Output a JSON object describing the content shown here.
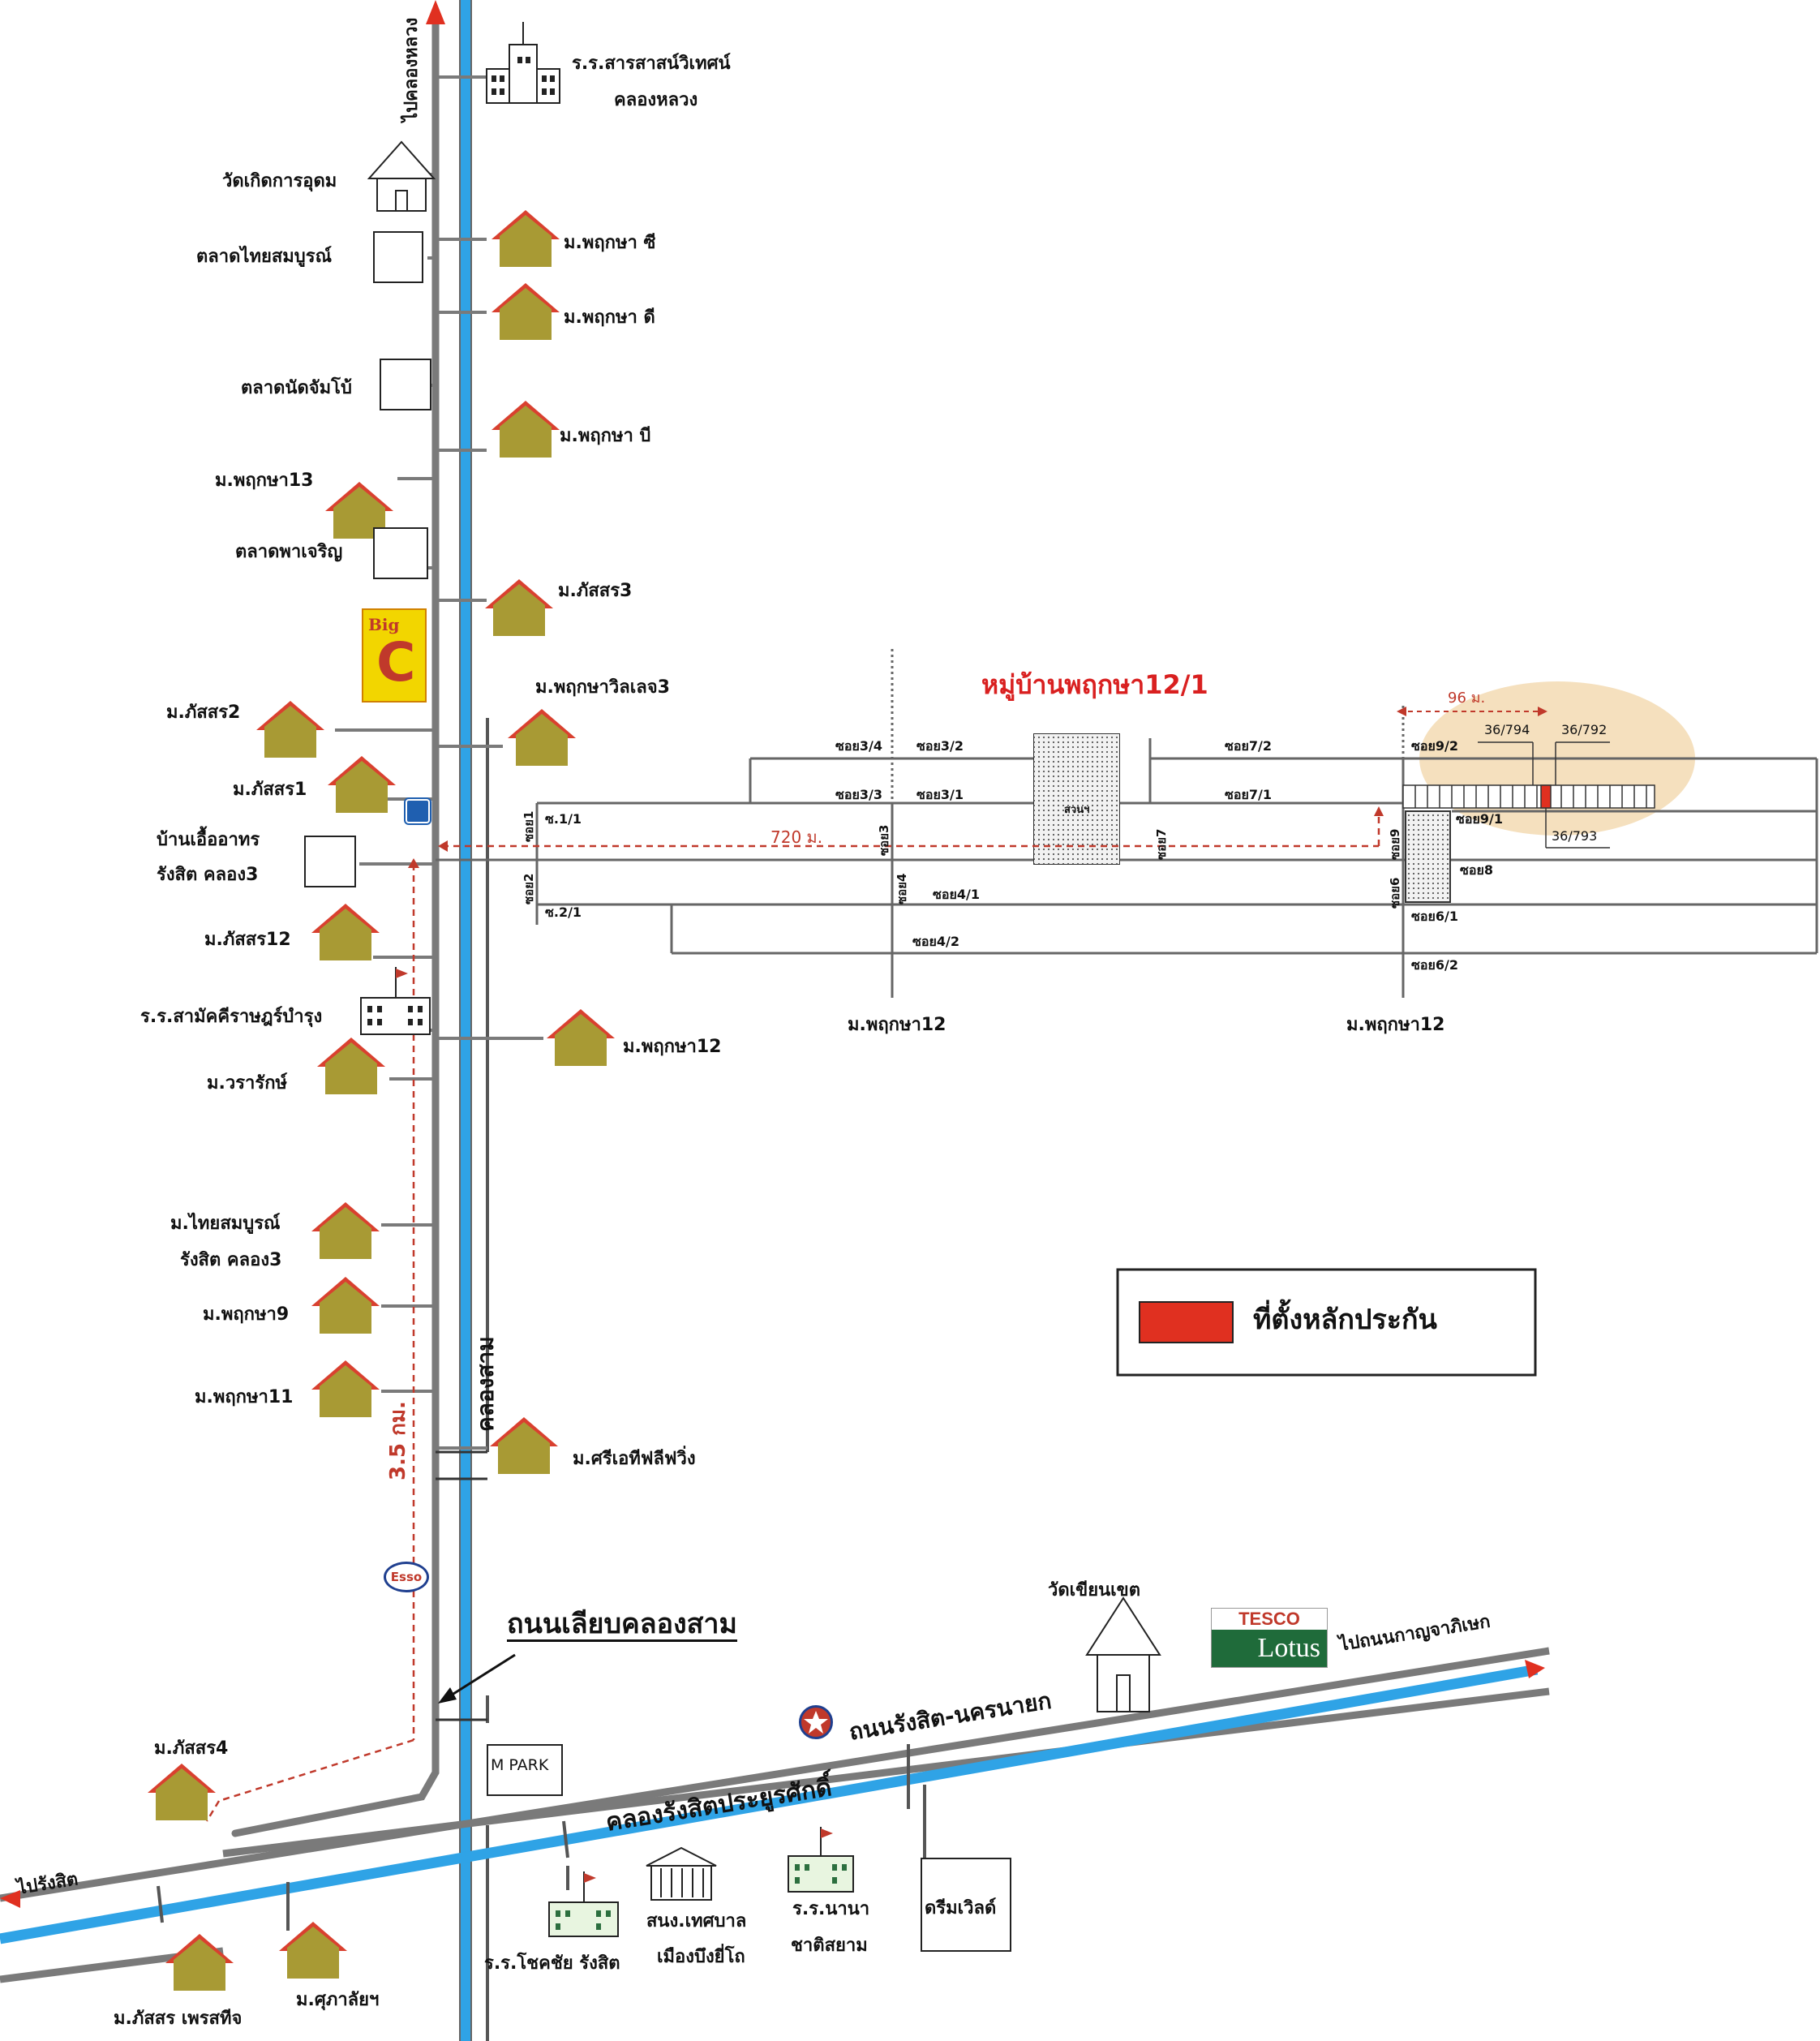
{
  "title": "หมู่บ้านพฤกษา12/1",
  "legend": {
    "label": "ที่ตั้งหลักประกัน",
    "swatch_color": "#e03020"
  },
  "colors": {
    "road": "#7a7a7a",
    "canal": "#2fa3e6",
    "route": "#c0392b",
    "house_roof": "#d9402f",
    "house_body": "#a89a34",
    "highlight": "#f2d6a8"
  },
  "roads": {
    "to_khlong_luang": "ไปคลองหลวง",
    "khlong_sam": "คลองสาม",
    "thanon_liap_khlong_sam": "ถนนเลียบคลองสาม",
    "rangsit_nakhon_nayok": "ถนนรังสิต-นครนายก",
    "khlong_rangsit": "คลองรังสิตประยูรศักดิ์",
    "to_kanchanaphisek": "ไปถนนกาญจาภิเษก",
    "to_rangsit": "ไปรังสิต"
  },
  "distances": {
    "main": "3.5 กม.",
    "village": "720 ม.",
    "plot": "96 ม."
  },
  "places": {
    "school_saras": "ร.ร.สารสาสน์วิเทศน์",
    "school_saras_2": "คลองหลวง",
    "wat_koet": "วัดเกิดการอุดม",
    "talat_thai": "ตลาดไทยสมบูรณ์",
    "pruksa_c": "ม.พฤกษา ซี",
    "pruksa_d": "ม.พฤกษา ดี",
    "talat_jambo": "ตลาดนัดจัมโบ้",
    "pruksa_b": "ม.พฤกษา บี",
    "pruksa13": "ม.พฤกษา13",
    "talat_pa": "ตลาดพาเจริญ",
    "phatsorn3": "ม.ภัสสร3",
    "bigc_top": "Big",
    "bigc_letter": "C",
    "pruksa_village3": "ม.พฤกษาวิลเลจ3",
    "phatsorn2": "ม.ภัสสร2",
    "phatsorn1": "ม.ภัสสร1",
    "ban_uea": "บ้านเอื้ออาทร",
    "ban_uea_2": "รังสิต คลอง3",
    "phatsorn12": "ม.ภัสสร12",
    "school_samakkhi": "ร.ร.สามัคคีราษฎร์บำรุง",
    "pruksa12_left": "ม.พฤกษา12",
    "wararak": "ม.วรารักษ์",
    "thai_somboon": "ม.ไทยสมบูรณ์",
    "thai_somboon_2": "รังสิต คลอง3",
    "pruksa9": "ม.พฤกษา9",
    "pruksa11": "ม.พฤกษา11",
    "sri_et": "ม.ศรีเอทีฟลีฟวิ่ง",
    "esso": "Esso",
    "wat_khian": "วัดเขียนเขต",
    "tesco": "TESCO",
    "lotus": "Lotus",
    "m_park": "M PARK",
    "phatsorn4": "ม.ภัสสร4",
    "phatsorn_phet": "ม.ภัสสร เพรสทีจ",
    "supalai": "ม.ศุภาลัยฯ",
    "school_chokchai": "ร.ร.โชคชัย รังสิต",
    "sanong": "สนง.เทศบาล",
    "sanong_2": "เมืองบึงยี่โถ",
    "school_nana": "ร.ร.นานา",
    "school_nana_2": "ชาติสยาม",
    "dream_world": "ดรีมเวิลด์",
    "pruksa12_bottom_a": "ม.พฤกษา12",
    "pruksa12_bottom_b": "ม.พฤกษา12",
    "park": "สวนฯ"
  },
  "soi": {
    "s3_4": "ซอย3/4",
    "s3_2": "ซอย3/2",
    "s3_3": "ซอย3/3",
    "s3_1": "ซอย3/1",
    "s7_2": "ซอย7/2",
    "s7_1": "ซอย7/1",
    "s9_2": "ซอย9/2",
    "s9_1": "ซอย9/1",
    "s8": "ซอย8",
    "s6_1": "ซอย6/1",
    "s6_2": "ซอย6/2",
    "s4_1": "ซอย4/1",
    "s4_2": "ซอย4/2",
    "s1_1": "ซ.1/1",
    "s2_1": "ซ.2/1",
    "v_soi1": "ซอย1",
    "v_soi2": "ซอย2",
    "v_soi3": "ซอย3",
    "v_soi4": "ซอย4",
    "v_soi7": "ซอย7",
    "v_soi9": "ซอย9",
    "v_soi6": "ซอย6"
  },
  "plots": {
    "p794": "36/794",
    "p792": "36/792",
    "p793": "36/793"
  }
}
